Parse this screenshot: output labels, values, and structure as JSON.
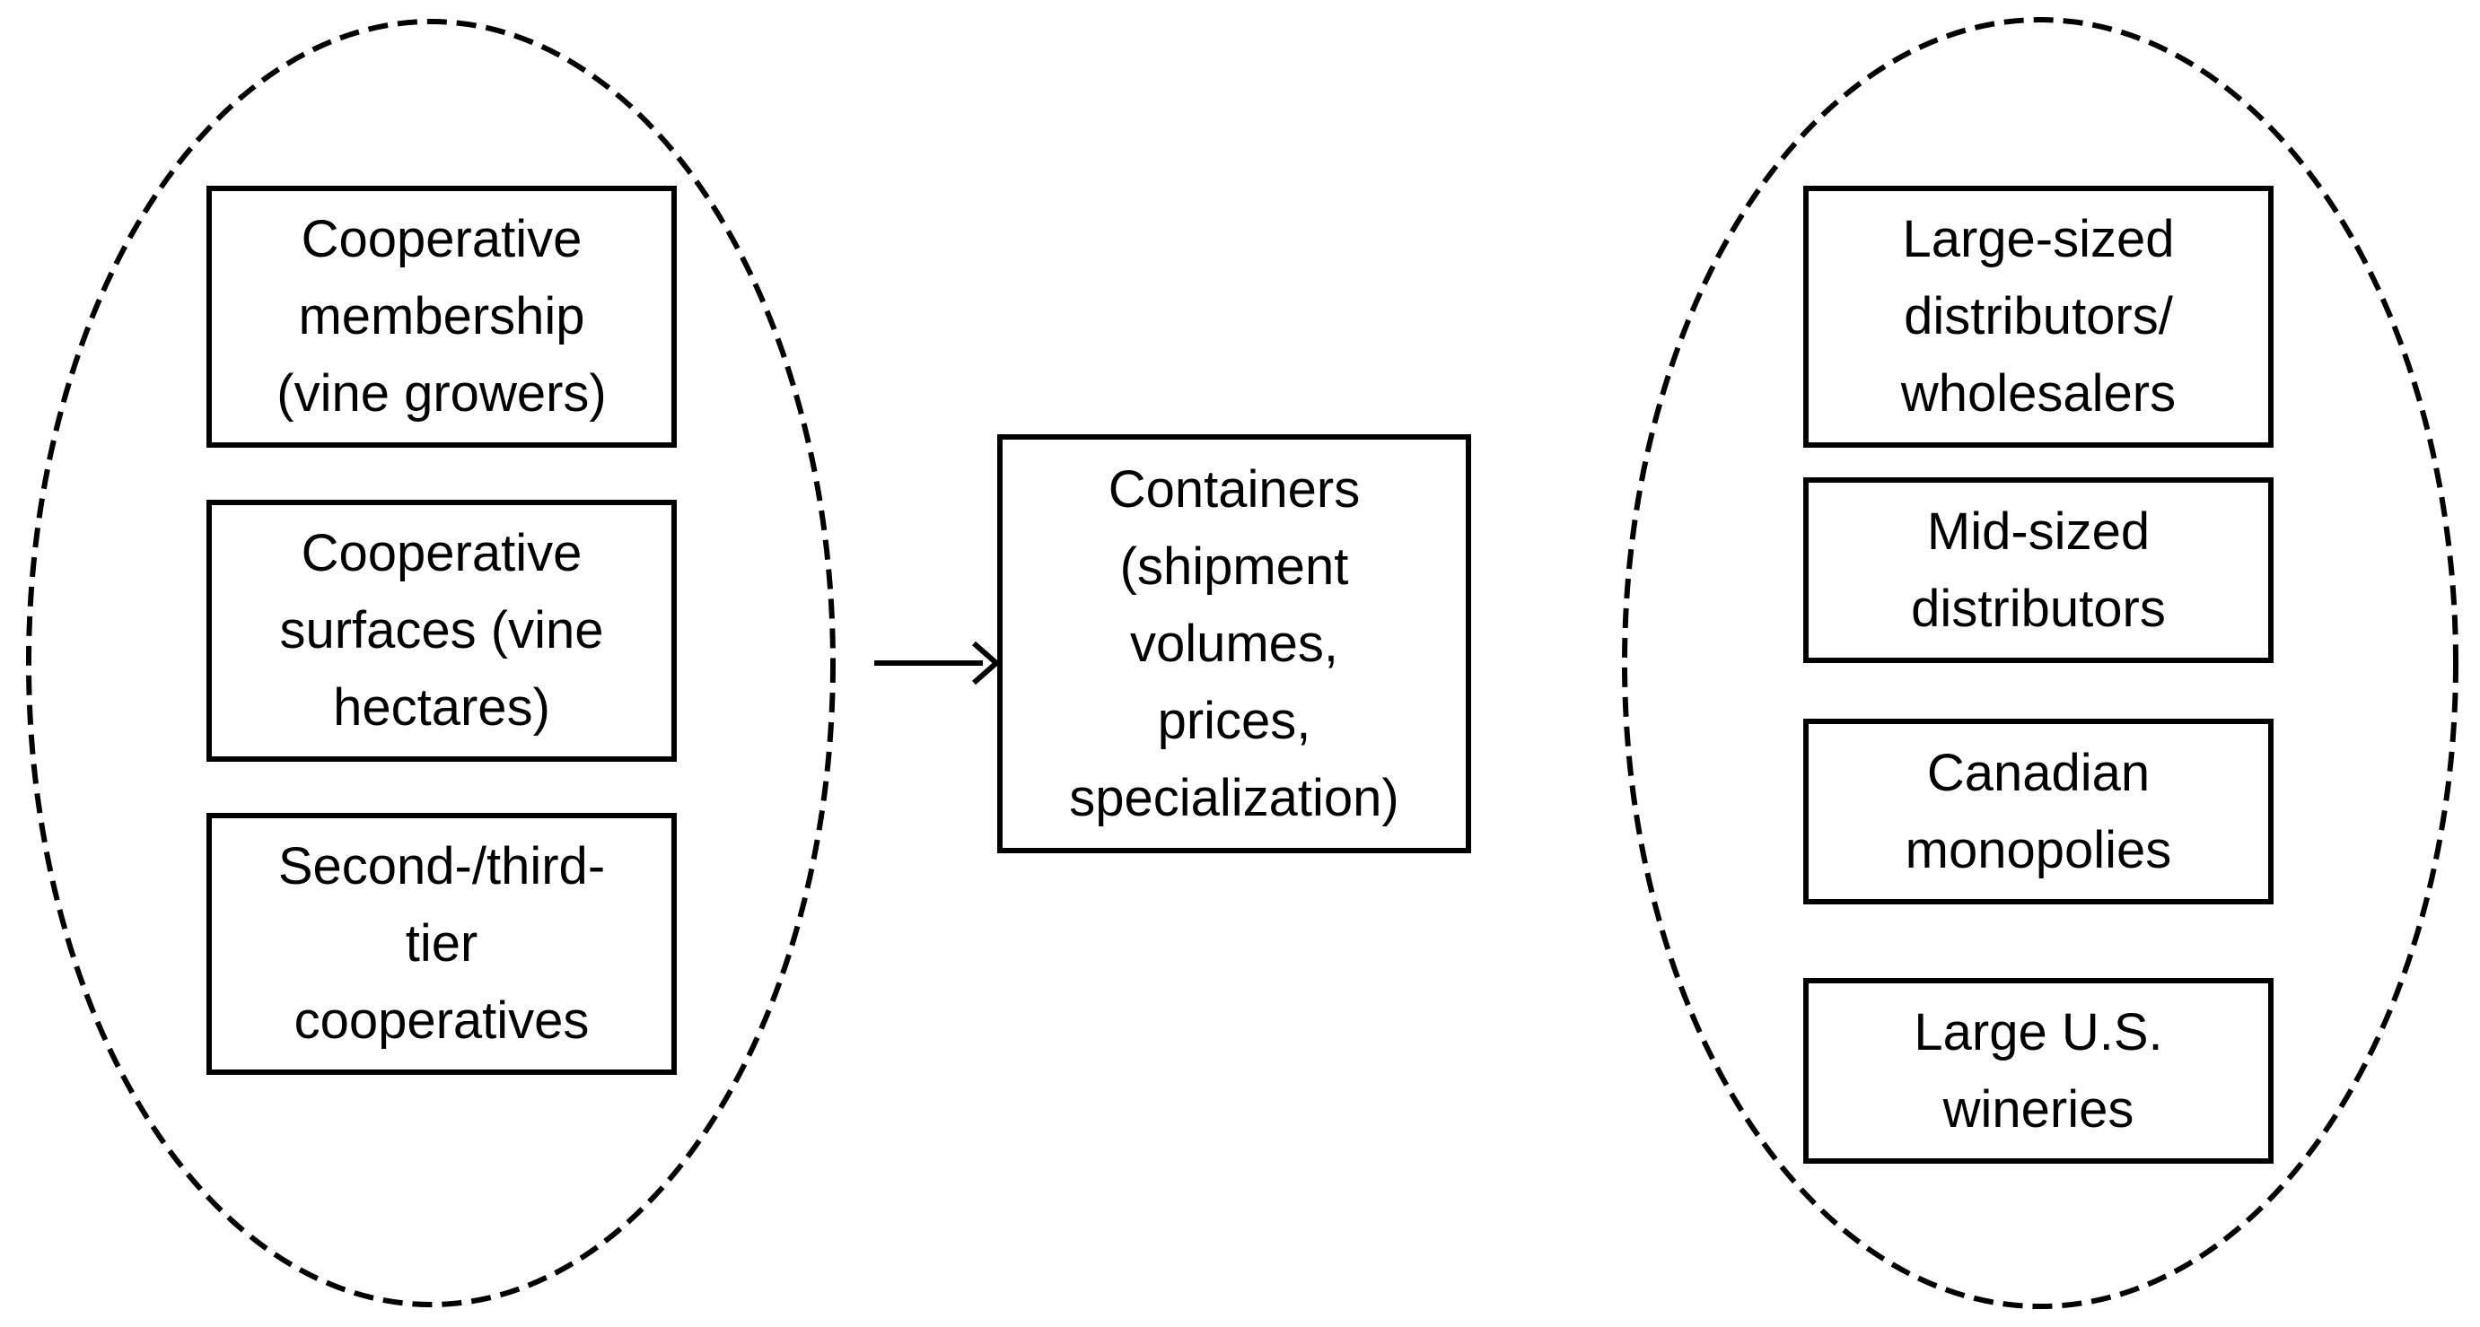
{
  "colors": {
    "stroke": "#000000",
    "background": "#ffffff"
  },
  "left_group": {
    "boxes": [
      {
        "label": "Cooperative\nmembership\n(vine growers)"
      },
      {
        "label": "Cooperative\nsurfaces (vine\nhectares)"
      },
      {
        "label": "Second-/third-\ntier\ncooperatives"
      }
    ]
  },
  "center": {
    "label": "Containers\n(shipment\nvolumes,\nprices,\nspecialization)"
  },
  "right_group": {
    "boxes": [
      {
        "label": "Large-sized\ndistributors/\nwholesalers"
      },
      {
        "label": "Mid-sized\ndistributors"
      },
      {
        "label": "Canadian\nmonopolies"
      },
      {
        "label": "Large U.S.\nwineries"
      }
    ]
  }
}
